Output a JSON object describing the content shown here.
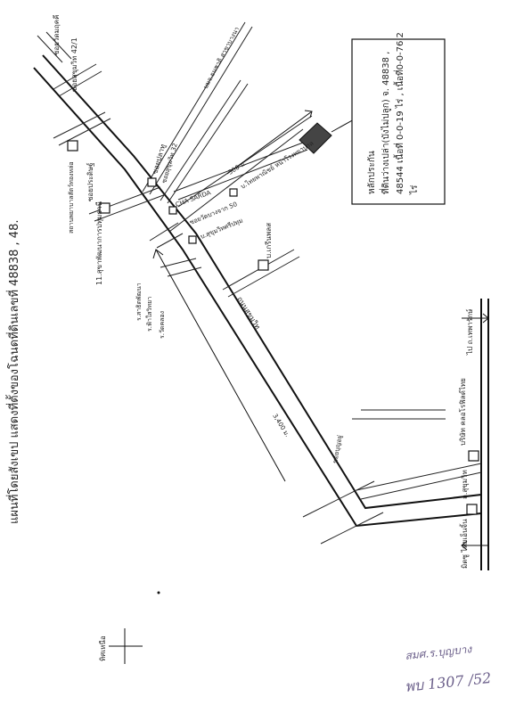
{
  "title": "แผนที่โดยสังเขป แสดงที่ตั้งของโฉนดที่ดินเลขที่ 48838 , 48.",
  "box": {
    "line1": "หลักประกัน",
    "line2": "ที่ดินว่างเปล่า(บังไม่ปลูก) จ. 48838 ,",
    "line3": "48544 เนื้อที่ 0-0-19 ไร่ , เนื้อที่0-0-76.2",
    "line4": "ไร่"
  },
  "labels": {
    "soi_top1": "ซอยวัดมฤคคี",
    "soi_top2": "ซอยสุขุมวิท 42/1",
    "pb_thanathon": "บมจ.ธนชาติ สาขาบางนา",
    "office_left": "สถานพยาบาลสัตว์ทองหล่อ",
    "soi_left2": "ซอยประดิษฐ์",
    "pawn": "11.สุขาพัฒนาการปทุมธานี",
    "school1": "ร.สาธิตพัฒนา",
    "school2": "ร.ฟ้าใสวิทยา",
    "school3": "ร.วัดคลอง",
    "soi_right1": "ซอยปลาทู",
    "soi_right2": "ซอยสุขุมวิท 32",
    "cha_sarda": "CHA SARDA",
    "soi_mid": "ซอยวัดบางจาก 50",
    "rd_mid": "บ.สุขุมวิทศรีปทุม",
    "bank_right": "บ.ไทยพาณิชย์ หน้าโรงพยาบาล",
    "dist_500": "500 ม.",
    "house": "บ.เกรีนพลส",
    "main_road": "ถนนสุขุมวิท",
    "dist_3400": "3,400 ม.",
    "soi_lower": "ซอยบุญอยู่",
    "tesco": "ไป ถ.เทพารักษ์",
    "company": "บริษัท คลอโรฟิลด์ไทย",
    "main_lower": "ถ.สุขุมวิท",
    "bottom_left": "มิตซู ไทยเอ็นจิ้น",
    "north": "ทิศเหนือ",
    "sig1": "สมศ.ร.บุญบาง",
    "sig2": "พบ 1307 /52"
  }
}
